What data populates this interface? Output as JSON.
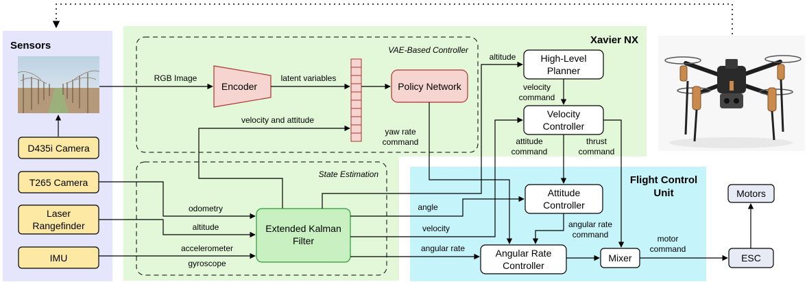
{
  "regions": {
    "sensors": "Sensors",
    "xavier": "Xavier NX",
    "vae": "VAE-Based Controller",
    "state_est": "State Estimation",
    "fcu_line1": "Flight Control",
    "fcu_line2": "Unit"
  },
  "blocks": {
    "d435i": "D435i Camera",
    "t265": "T265 Camera",
    "laser_line1": "Laser",
    "laser_line2": "Rangefinder",
    "imu": "IMU",
    "encoder": "Encoder",
    "policy": "Policy Network",
    "ekf_line1": "Extended Kalman",
    "ekf_line2": "Filter",
    "high_level_line1": "High-Level",
    "high_level_line2": "Planner",
    "velocity_ctrl_line1": "Velocity",
    "velocity_ctrl_line2": "Controller",
    "attitude_ctrl_line1": "Attitude",
    "attitude_ctrl_line2": "Controller",
    "angular_ctrl_line1": "Angular Rate",
    "angular_ctrl_line2": "Controller",
    "mixer": "Mixer",
    "esc": "ESC",
    "motors": "Motors"
  },
  "edge_labels": {
    "rgb_image": "RGB Image",
    "latent": "latent variables",
    "vel_att": "velocity and attitude",
    "yaw_rate_1": "yaw rate",
    "yaw_rate_2": "command",
    "odometry": "odometry",
    "altitude_in": "altitude",
    "accelerometer": "accelerometer",
    "gyroscope": "gyroscope",
    "altitude_out": "altitude",
    "angle": "angle",
    "velocity": "velocity",
    "angular_rate": "angular rate",
    "vel_cmd_1": "velocity",
    "vel_cmd_2": "command",
    "att_cmd_1": "attitude",
    "att_cmd_2": "command",
    "thrust_cmd_1": "thrust",
    "thrust_cmd_2": "command",
    "ang_cmd_1": "angular rate",
    "ang_cmd_2": "command",
    "motor_cmd_1": "motor",
    "motor_cmd_2": "command"
  },
  "colors": {
    "sensors_bg": "#e5e5fb",
    "xavier_bg": "#e3f8d9",
    "fcu_bg": "#c6f4fb",
    "sensor_block": "#fde9a3",
    "encoder": "#f6d4cf",
    "policy": "#f6d4cf",
    "ekf": "#c8f0c0",
    "motors": "#e6ebf5"
  }
}
